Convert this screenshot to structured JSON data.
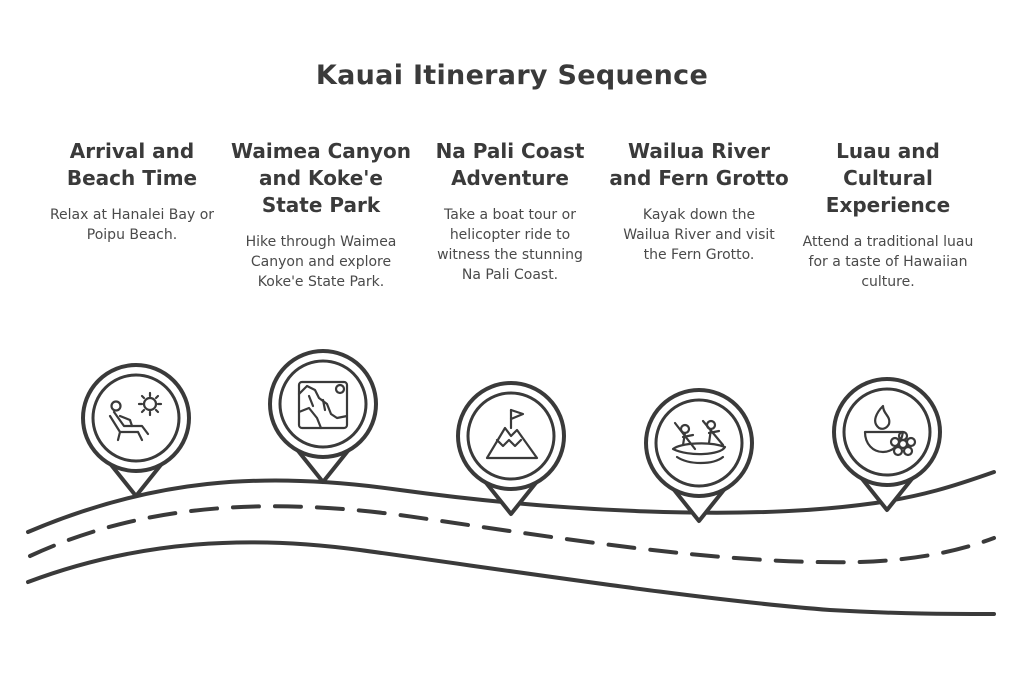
{
  "title": "Kauai Itinerary Sequence",
  "stops": [
    {
      "heading": "Arrival and Beach Time",
      "description": "Relax at Hanalei Bay or Poipu Beach.",
      "icon": "beach-lounger-sun-icon"
    },
    {
      "heading": "Waimea Canyon and Koke'e State Park",
      "description": "Hike through Waimea Canyon and explore Koke'e State Park.",
      "icon": "canyon-landscape-icon"
    },
    {
      "heading": "Na Pali Coast Adventure",
      "description": "Take a boat tour or helicopter ride to witness the stunning Na Pali Coast.",
      "icon": "mountain-flag-icon"
    },
    {
      "heading": "Wailua River and Fern Grotto",
      "description": "Kayak down the Wailua River and visit the Fern Grotto.",
      "icon": "kayak-paddlers-icon"
    },
    {
      "heading": "Luau and Cultural Experience",
      "description": "Attend a traditional luau for a taste of Hawaiian culture.",
      "icon": "flame-bowl-flower-icon"
    }
  ],
  "colors": {
    "ink": "#3a3a3a",
    "background": "#ffffff"
  }
}
